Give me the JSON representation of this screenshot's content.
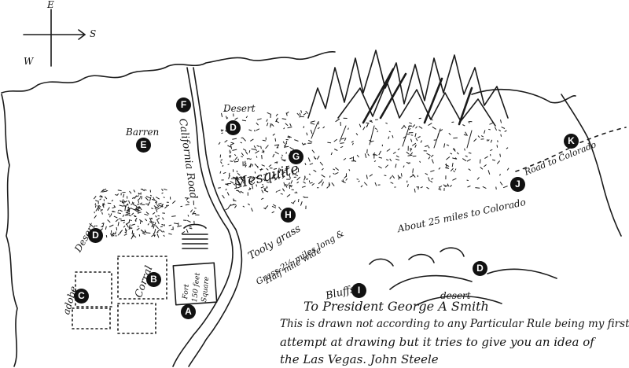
{
  "compass": {
    "east": "E",
    "south": "S",
    "west": "W"
  },
  "labels": {
    "road": "California Road",
    "desert_top": "Desert",
    "barren": "Barren",
    "mesquite": "Mesquite",
    "desert_left": "Desert",
    "tooly": "Tooly grass",
    "grass_size_1": "Grass 2½ miles long &",
    "grass_size_2": "Half mile wide",
    "corral": "Corral",
    "adobe": "adobe",
    "fort_1": "Fort",
    "fort_2": "150 feet",
    "fort_3": "Square",
    "to_colorado": "About 25 miles to Colorado",
    "road_to_colorado": "Road to Colorado",
    "bluffs": "Bluffs",
    "desert_bottom": "desert"
  },
  "markers": [
    "A",
    "B",
    "C",
    "D",
    "D",
    "D",
    "E",
    "F",
    "G",
    "H",
    "I",
    "J",
    "K"
  ],
  "note": {
    "line1": "To President George A Smith",
    "line2": "This is drawn not according to any Particular Rule being my first",
    "line3": "attempt at drawing but it tries to give you an idea of",
    "line4": "the Las Vegas. John Steele"
  }
}
